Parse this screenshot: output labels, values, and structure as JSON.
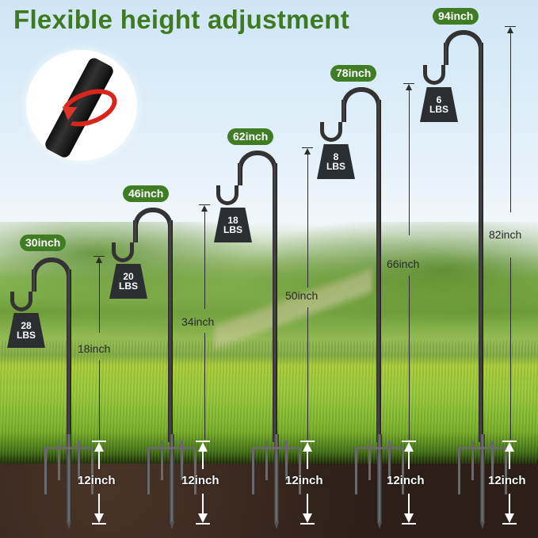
{
  "title": "Flexible height adjustment",
  "inset": {
    "icon": "twist-lock-tube-icon",
    "arrow_color": "#d9261c"
  },
  "colors": {
    "badge_green": "#3f7c24",
    "title_green": "#3e7a22",
    "pole": "#2c2f31",
    "soil": "#2d1f17"
  },
  "hooks": [
    {
      "total_height": "30inch",
      "above_ground": "18inch",
      "capacity": "28",
      "unit": "LBS",
      "stake_depth": "12inch"
    },
    {
      "total_height": "46inch",
      "above_ground": "34inch",
      "capacity": "20",
      "unit": "LBS",
      "stake_depth": "12inch"
    },
    {
      "total_height": "62inch",
      "above_ground": "50inch",
      "capacity": "18",
      "unit": "LBS",
      "stake_depth": "12inch"
    },
    {
      "total_height": "78inch",
      "above_ground": "66inch",
      "capacity": "8",
      "unit": "LBS",
      "stake_depth": "12inch"
    },
    {
      "total_height": "94inch",
      "above_ground": "82inch",
      "capacity": "6",
      "unit": "LBS",
      "stake_depth": "12inch"
    }
  ]
}
